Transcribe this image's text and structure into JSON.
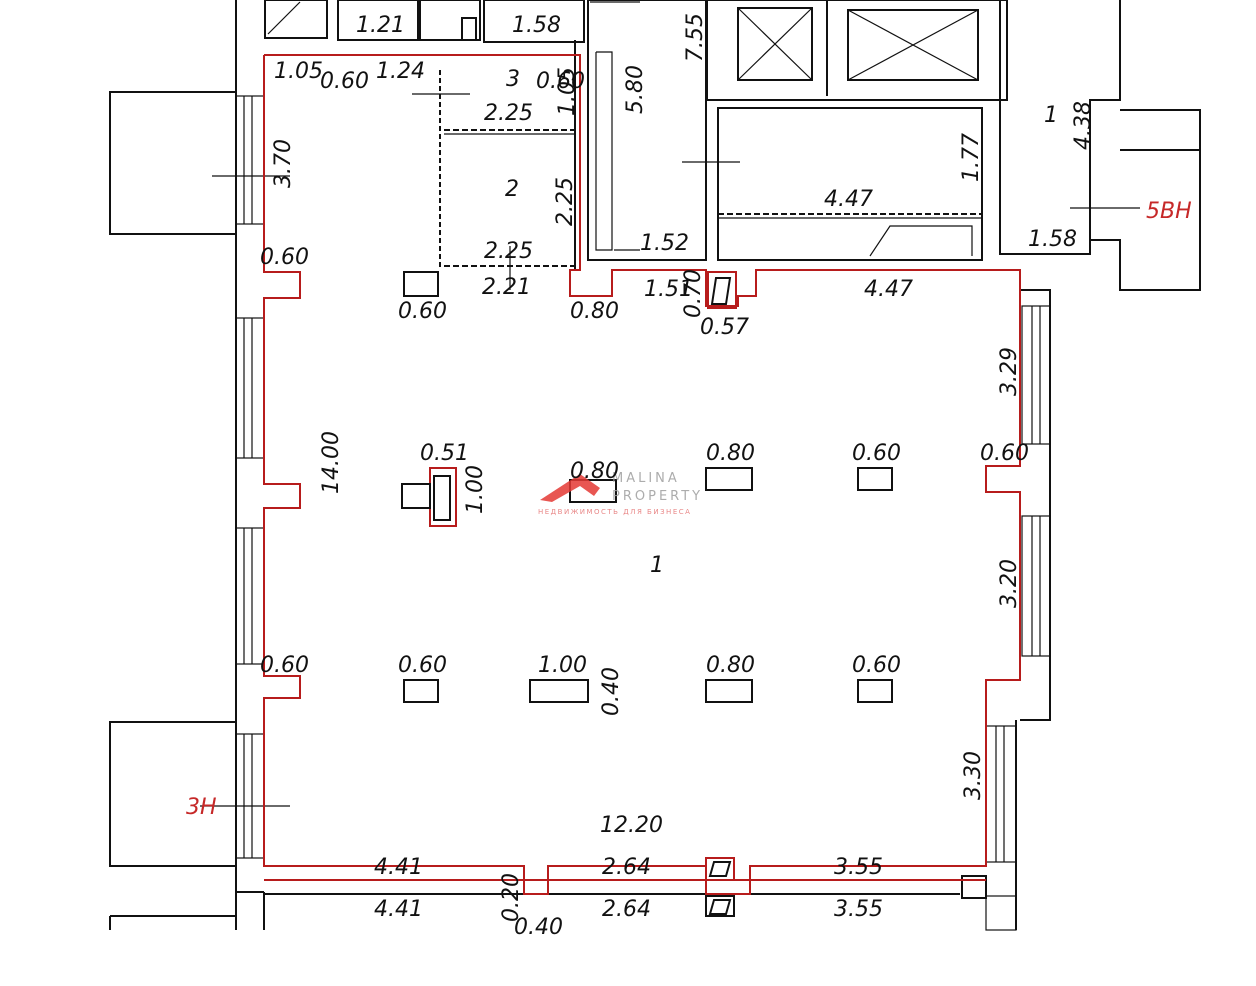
{
  "rooms": {
    "main": "1",
    "room_2": "2",
    "room_3": "3",
    "right_room": "1"
  },
  "labels": {
    "entrance_3n": "3Н",
    "entrance_5vn": "5ВН"
  },
  "watermark": {
    "line1": "MALINA",
    "line2": "PROPERTY",
    "line3": "НЕДВИЖИМОСТЬ ДЛЯ БИЗНЕСА",
    "accent_color": "#e53935"
  },
  "colors": {
    "outline_red": "#b71c1c",
    "label_red": "#c62828"
  },
  "dimensions": {
    "top_1_21": "1.21",
    "top_1_58": "1.58",
    "top_1_05": "1.05",
    "top_0_60": "0.60",
    "top_1_24": "1.24",
    "top_3_0_60": "0.60",
    "r3_2_25": "2.25",
    "r3_1_05": "1.05",
    "r2_2_25_v": "2.25",
    "r2_2_25_h": "2.25",
    "r2_2_21": "2.21",
    "shaft_5_80": "5.80",
    "shaft_7_55": "7.55",
    "shaft_1_52": "1.52",
    "room_1_77": "1.77",
    "room_4_47_top": "4.47",
    "right_4_38": "4.38",
    "right_1_58": "1.58",
    "left_3_70": "3.70",
    "left_0_60_top": "0.60",
    "col_0_60_a": "0.60",
    "col_0_80_a": "0.80",
    "gap_1_51": "1.51",
    "gap_0_70": "0.70",
    "gap_0_57": "0.57",
    "top_4_47": "4.47",
    "right_3_29": "3.29",
    "col_0_51": "0.51",
    "col_1_00_v": "1.00",
    "col_0_80_b": "0.80",
    "col_0_80_c": "0.80",
    "col_0_60_b": "0.60",
    "right_0_60": "0.60",
    "left_14_00": "14.00",
    "right_3_20": "3.20",
    "left_0_60_mid": "0.60",
    "col_0_60_c": "0.60",
    "col_1_00_h": "1.00",
    "col_0_40_v": "0.40",
    "col_0_80_d": "0.80",
    "col_0_60_d": "0.60",
    "right_3_30": "3.30",
    "bottom_12_20": "12.20",
    "bottom_4_41_a": "4.41",
    "bottom_2_64_a": "2.64",
    "bottom_3_55_a": "3.55",
    "bottom_0_20": "0.20",
    "bottom_4_41_b": "4.41",
    "bottom_2_64_b": "2.64",
    "bottom_3_55_b": "3.55",
    "bottom_0_40": "0.40"
  }
}
